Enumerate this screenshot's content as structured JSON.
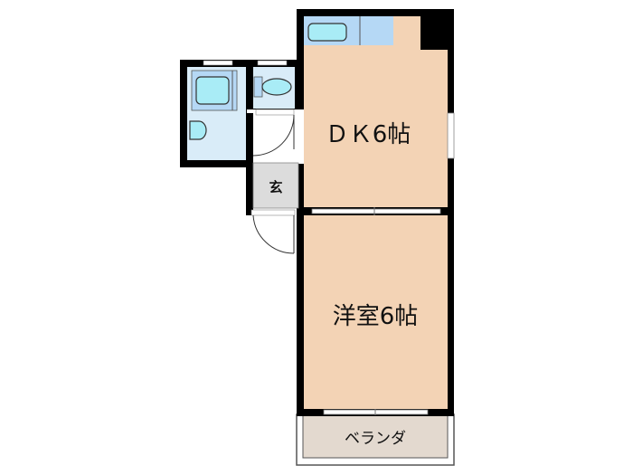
{
  "rooms": {
    "dk": {
      "label": "ＤＫ6帖"
    },
    "bedroom": {
      "label": "洋室6帖"
    },
    "entrance": {
      "label": "玄"
    },
    "balcony": {
      "label": "ベランダ"
    }
  },
  "colors": {
    "room_floor": "#f3d3b5",
    "wet_area": "#d9ecf8",
    "fixture": "#a9dcf2",
    "entrance": "#dcdcdc",
    "balcony": "#e3d9cf",
    "wall": "#000000"
  }
}
